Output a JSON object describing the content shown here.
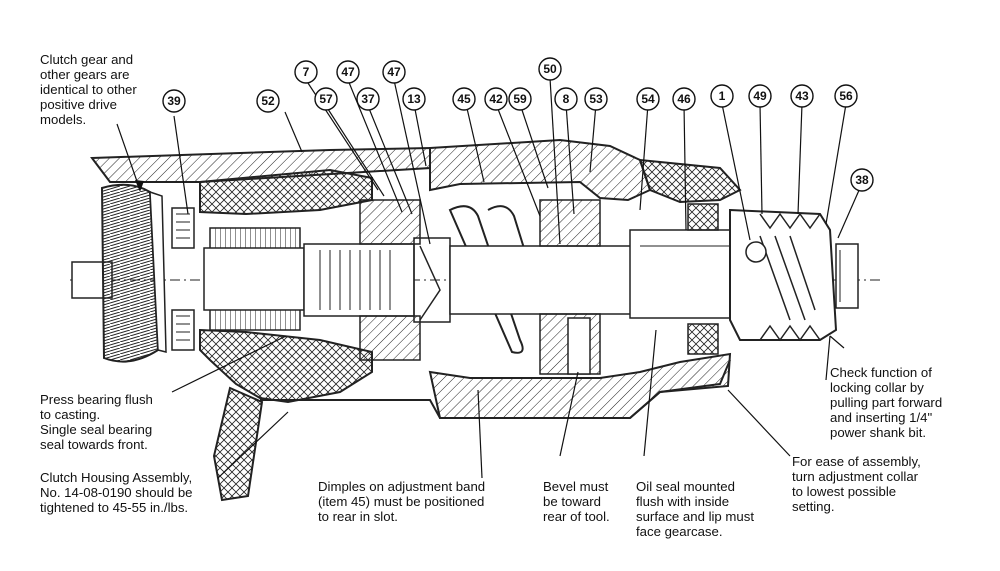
{
  "diagram": {
    "callouts": [
      "39",
      "52",
      "7",
      "57",
      "47",
      "37",
      "47",
      "13",
      "45",
      "42",
      "59",
      "50",
      "8",
      "53",
      "54",
      "46",
      "1",
      "49",
      "43",
      "56",
      "38"
    ],
    "notes": {
      "clutch_gear": "Clutch gear and\nother gears are\nidentical to other\npositive drive\nmodels.",
      "press_bearing": "Press bearing flush\nto casting.\nSingle seal bearing\nseal towards front.",
      "clutch_housing": "Clutch Housing Assembly,\nNo. 14-08-0190 should be\ntightened to 45-55 in./lbs.",
      "dimples": "Dimples on adjustment band\n(item 45) must be positioned\nto rear in slot.",
      "bevel": "Bevel must\nbe toward\nrear of tool.",
      "oil_seal": "Oil seal mounted\nflush with inside\nsurface and lip must\nface gearcase.",
      "ease_assembly": "For ease of assembly,\nturn adjustment collar\nto lowest possible\nsetting.",
      "check_function": "Check function of\nlocking collar by\npulling part forward\nand inserting 1/4\"\npower shank bit."
    }
  }
}
